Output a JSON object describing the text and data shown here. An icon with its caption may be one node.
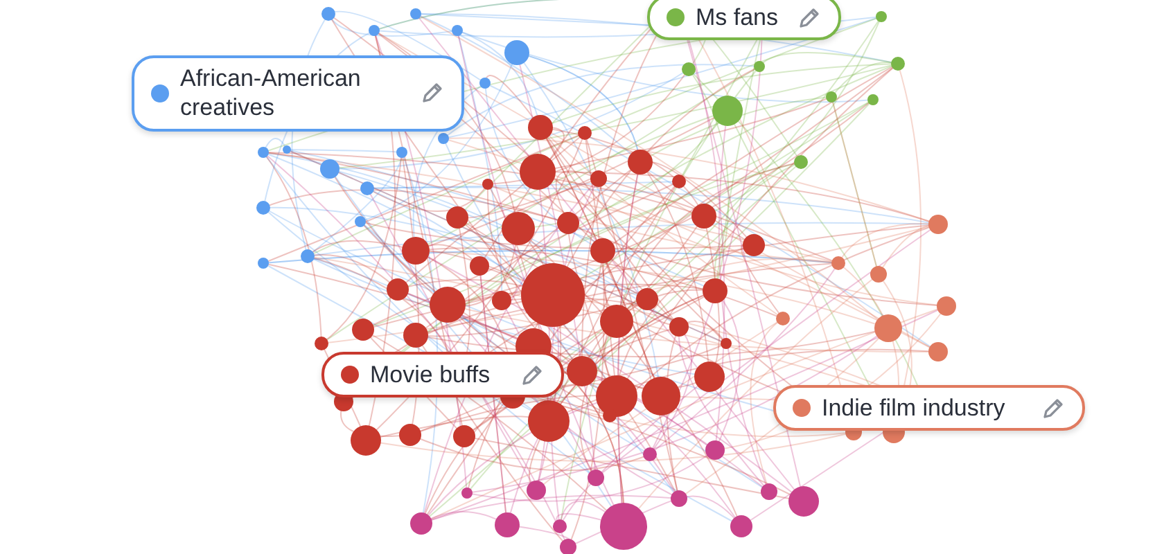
{
  "diagram": {
    "nodes": [
      {
        "text": [
          "Ms fans"
        ]
      },
      {
        "text": [
          "African-American creatives"
        ]
      },
      {
        "text": [
          "Movie buffs"
        ]
      },
      {
        "text": [
          "Indie film industry"
        ]
      }
    ]
  }
}
